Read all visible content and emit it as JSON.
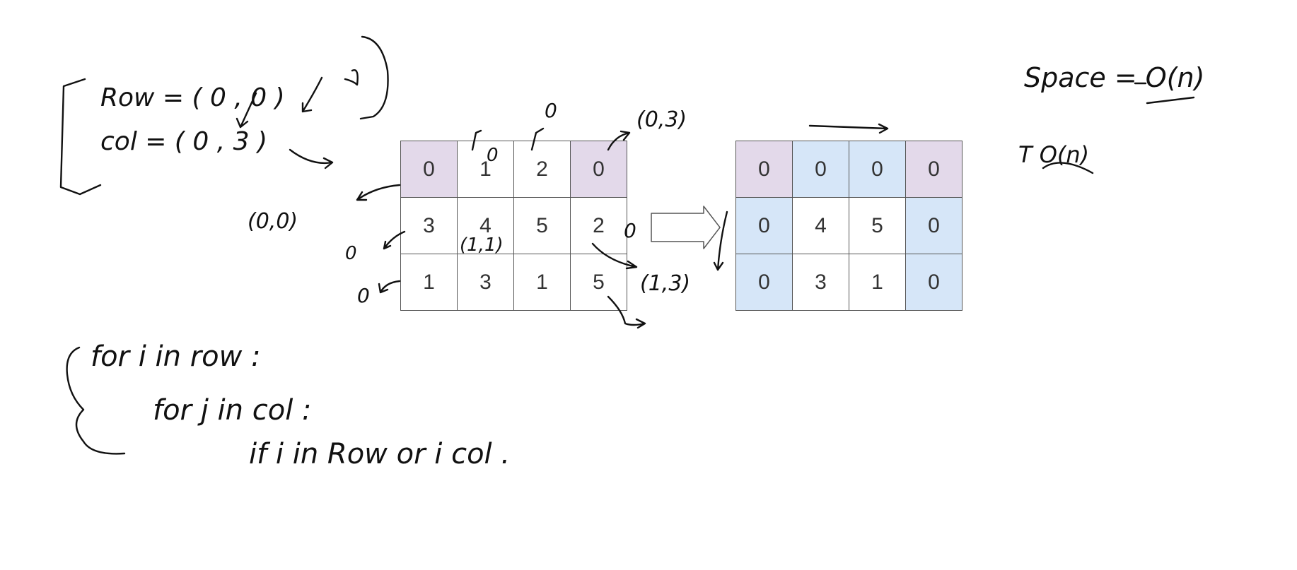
{
  "left_matrix": [
    [
      "0",
      "1",
      "2",
      "0"
    ],
    [
      "3",
      "4",
      "5",
      "2"
    ],
    [
      "1",
      "3",
      "1",
      "5"
    ]
  ],
  "right_matrix": [
    [
      "0",
      "0",
      "0",
      "0"
    ],
    [
      "0",
      "4",
      "5",
      "0"
    ],
    [
      "0",
      "3",
      "1",
      "0"
    ]
  ],
  "left_colors": [
    [
      "purple",
      "white",
      "white",
      "purple"
    ],
    [
      "white",
      "white",
      "white",
      "white"
    ],
    [
      "white",
      "white",
      "white",
      "white"
    ]
  ],
  "right_colors": [
    [
      "purple",
      "blue",
      "blue",
      "purple"
    ],
    [
      "blue",
      "white",
      "white",
      "blue"
    ],
    [
      "blue",
      "white",
      "white",
      "blue"
    ]
  ],
  "notes": {
    "row_set": "Row = ( 0 , 0 )",
    "col_set": "col = ( 0 , 3 )",
    "coord_00": "(0,0)",
    "coord_03": "(0,3)",
    "coord_11": "(1,1)",
    "coord_13": "(1,3)",
    "zero_a": "0",
    "zero_b": "0",
    "zero_c": "0",
    "zero_d": "0",
    "zero_e": "0",
    "space": "Space = O(n)",
    "time": "T O(n)",
    "code_line1": "for i in row :",
    "code_line2": "for j in col :",
    "code_line3": "if   i in Row  or  i col ."
  }
}
